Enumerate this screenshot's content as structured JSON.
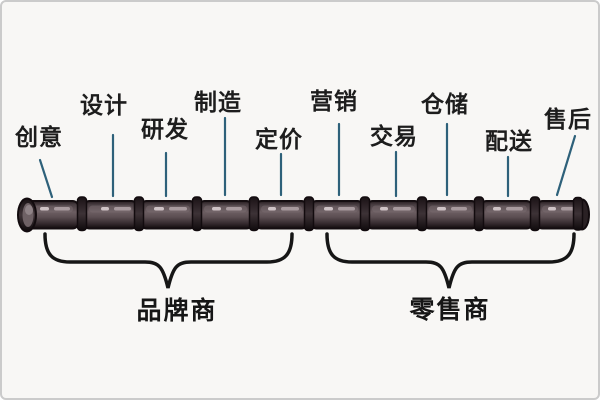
{
  "diagram": {
    "type": "value-chain-bamboo-diagram",
    "stages": [
      {
        "id": "creativity",
        "label": "创意"
      },
      {
        "id": "design",
        "label": "设计"
      },
      {
        "id": "research-development",
        "label": "研发"
      },
      {
        "id": "manufacturing",
        "label": "制造"
      },
      {
        "id": "pricing",
        "label": "定价"
      },
      {
        "id": "marketing",
        "label": "营销"
      },
      {
        "id": "transaction",
        "label": "交易"
      },
      {
        "id": "warehousing",
        "label": "仓储"
      },
      {
        "id": "delivery",
        "label": "配送"
      },
      {
        "id": "after-sales",
        "label": "售后"
      }
    ],
    "groups": [
      {
        "id": "brand-merchant",
        "label": "品牌商"
      },
      {
        "id": "retailer",
        "label": "零售商"
      }
    ],
    "colors": {
      "background": "#f8f7f5",
      "frame_border": "#cbcbcb",
      "label_text": "#1d1d1d",
      "leader_line": "#2e617a",
      "brace": "#161616",
      "bamboo_outline": "#140d10",
      "bamboo_body": "#5c4f53",
      "bamboo_highlight": "#cfc3c6"
    }
  }
}
